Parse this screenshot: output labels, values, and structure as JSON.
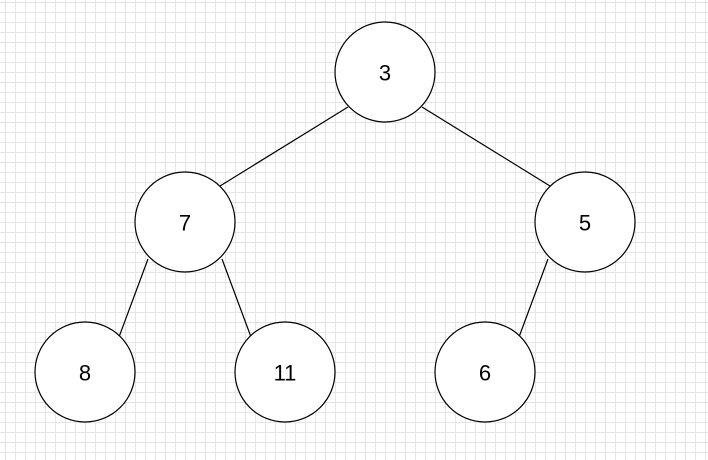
{
  "diagram": {
    "nodes": [
      {
        "id": "n3",
        "label": "3"
      },
      {
        "id": "n7",
        "label": "7"
      },
      {
        "id": "n5",
        "label": "5"
      },
      {
        "id": "n8",
        "label": "8"
      },
      {
        "id": "n11",
        "label": "11"
      },
      {
        "id": "n6",
        "label": "6"
      }
    ],
    "edges": [
      {
        "from": "n3",
        "to": "n7"
      },
      {
        "from": "n3",
        "to": "n5"
      },
      {
        "from": "n7",
        "to": "n8"
      },
      {
        "from": "n7",
        "to": "n11"
      },
      {
        "from": "n5",
        "to": "n6"
      }
    ]
  }
}
